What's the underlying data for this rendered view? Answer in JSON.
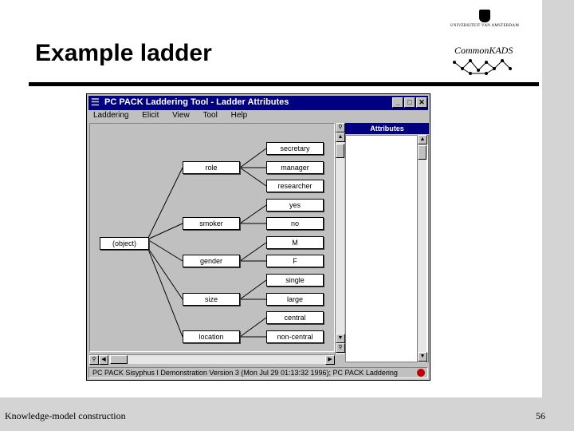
{
  "slide": {
    "title": "Example ladder",
    "footer_left": "Knowledge-model construction",
    "page_number": "56",
    "logo_top_text": "UNIVERSITEIT VAN AMSTERDAM",
    "logo_bottom_text": "CommonKADS"
  },
  "window": {
    "title": "PC PACK Laddering Tool - Ladder Attributes",
    "menu": [
      "Laddering",
      "Elicit",
      "View",
      "Tool",
      "Help"
    ],
    "attributes_header": "Attributes",
    "status": "PC PACK Sisyphus I Demonstration   Version 3 (Mon Jul 29 01:13:32 1996); PC PACK Laddering"
  },
  "tree": {
    "root": "(object)",
    "attributes": [
      "role",
      "smoker",
      "gender",
      "size",
      "location"
    ],
    "values": [
      "secretary",
      "manager",
      "researcher",
      "yes",
      "no",
      "M",
      "F",
      "single",
      "large",
      "central",
      "non-central"
    ]
  },
  "colors": {
    "titlebar": "#000080",
    "window": "#c0c0c0",
    "band": "#d4d4d4"
  }
}
